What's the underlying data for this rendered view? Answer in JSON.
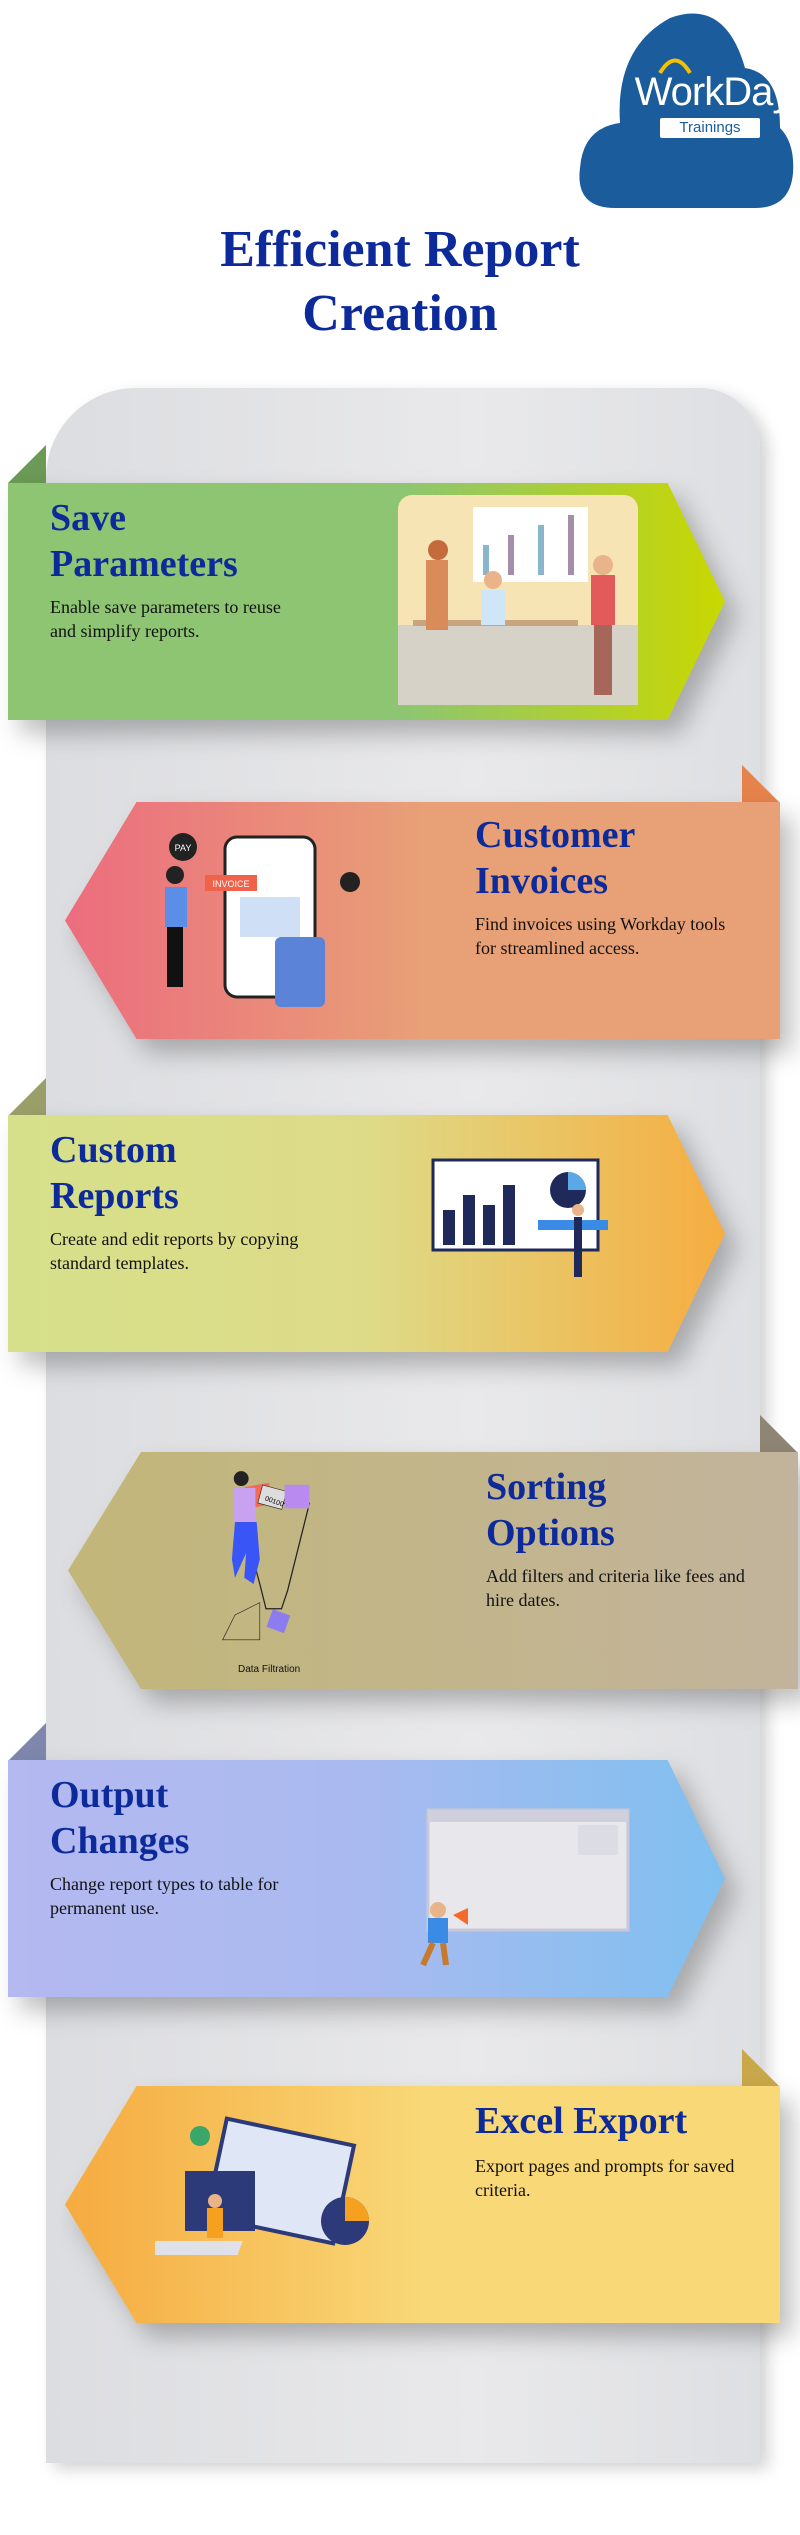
{
  "logo": {
    "name": "WorkDay",
    "sub": "Trainings"
  },
  "title": "Efficient Report Creation",
  "sections": [
    {
      "title_line1": "Save",
      "title_line2": "Parameters",
      "desc": "Enable save parameters to reuse and simplify reports.",
      "colors": [
        "#8dc572",
        "#c9d800"
      ]
    },
    {
      "title_line1": "Customer",
      "title_line2": "Invoices",
      "desc": "Find invoices using Workday tools for streamlined access.",
      "colors": [
        "#ec6d7e",
        "#e8a077"
      ],
      "illus_labels": [
        "PAY",
        "INVOICE"
      ]
    },
    {
      "title_line1": "Custom",
      "title_line2": "Reports",
      "desc": "Create and edit reports by copying standard templates.",
      "colors": [
        "#d6e08a",
        "#f6ad40"
      ]
    },
    {
      "title_line1": "Sorting",
      "title_line2": "Options",
      "desc": "Add filters and criteria like fees and hire dates.",
      "colors": [
        "#c2b679",
        "#c2b49c"
      ],
      "illus_labels": [
        "00100",
        "Data Filtration"
      ]
    },
    {
      "title_line1": "Output",
      "title_line2": "Changes",
      "desc": "Change report types to table for permanent use.",
      "colors": [
        "#b4b9f0",
        "#7fc0f0"
      ]
    },
    {
      "title_line1": "Excel Export",
      "title_line2": "",
      "desc": "Export pages and prompts for saved criteria.",
      "colors": [
        "#f6ab40",
        "#f8d877"
      ]
    }
  ]
}
